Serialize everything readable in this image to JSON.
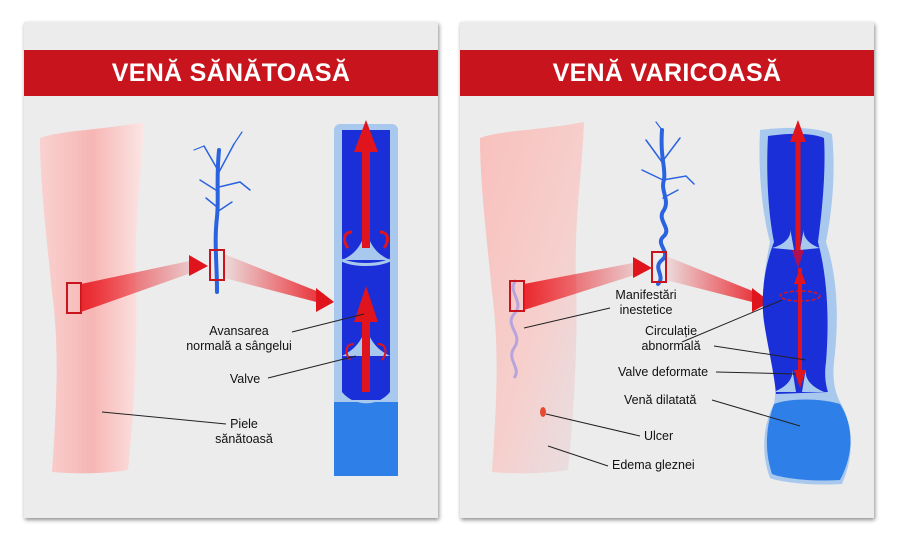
{
  "panels": {
    "healthy": {
      "title": "VENĂ SĂNĂTOASĂ",
      "labels": {
        "flow_line1": "Avansarea",
        "flow_line2": "normală a sângelui",
        "valve": "Valve",
        "skin_line1": "Piele",
        "skin_line2": "sănătoasă"
      }
    },
    "varicose": {
      "title": "VENĂ VARICOASĂ",
      "labels": {
        "manif_line1": "Manifestări",
        "manif_line2": "inestetice",
        "circ_line1": "Circulație",
        "circ_line2": "abnormală",
        "valve": "Valve deformate",
        "dilated": "Venă dilatată",
        "ulcer": "Ulcer",
        "edema": "Edema gleznei"
      }
    }
  },
  "colors": {
    "banner": "#c8141c",
    "panel": "#ececec",
    "vein_dark": "#1a2fd8",
    "vein_light": "#4b8ff0",
    "vein_wall": "#a9c8ee",
    "arrow": "#e0141c",
    "skin": "#f6b3b3"
  }
}
